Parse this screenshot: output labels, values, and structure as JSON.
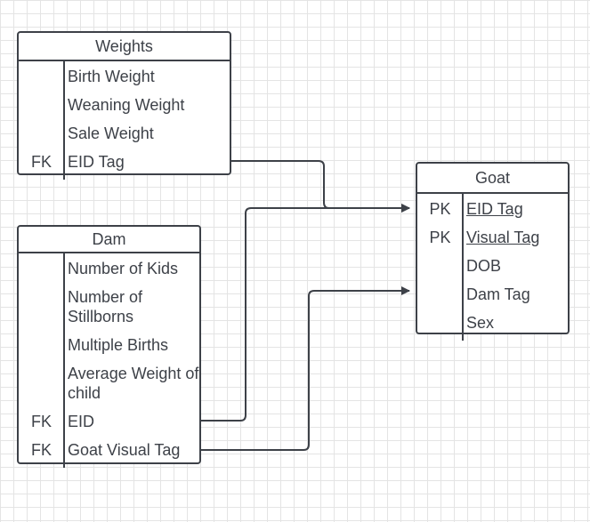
{
  "entities": {
    "weights": {
      "title": "Weights",
      "rows": [
        {
          "key": "",
          "name": "Birth Weight"
        },
        {
          "key": "",
          "name": "Weaning Weight"
        },
        {
          "key": "",
          "name": "Sale Weight"
        },
        {
          "key": "FK",
          "name": "EID Tag"
        }
      ]
    },
    "dam": {
      "title": "Dam",
      "rows": [
        {
          "key": "",
          "name": "Number of Kids"
        },
        {
          "key": "",
          "name": "Number of Stillborns"
        },
        {
          "key": "",
          "name": "Multiple Births"
        },
        {
          "key": "",
          "name": "Average Weight of child"
        },
        {
          "key": "FK",
          "name": "EID"
        },
        {
          "key": "FK",
          "name": "Goat Visual Tag"
        }
      ]
    },
    "goat": {
      "title": "Goat",
      "rows": [
        {
          "key": "PK",
          "name": "EID Tag"
        },
        {
          "key": "PK",
          "name": "Visual Tag"
        },
        {
          "key": "",
          "name": "DOB"
        },
        {
          "key": "",
          "name": "Dam Tag"
        },
        {
          "key": "",
          "name": "Sex"
        }
      ]
    }
  },
  "relationships": [
    {
      "from": "Weights.EID Tag",
      "to": "Goat.EID Tag"
    },
    {
      "from": "Dam.EID",
      "to": "Goat.EID Tag"
    },
    {
      "from": "Dam.Goat Visual Tag",
      "to": "Goat.Dam Tag"
    }
  ],
  "colors": {
    "stroke": "#3d4148",
    "text": "#3d4148",
    "grid": "#e4e4e4",
    "background": "#ffffff"
  }
}
